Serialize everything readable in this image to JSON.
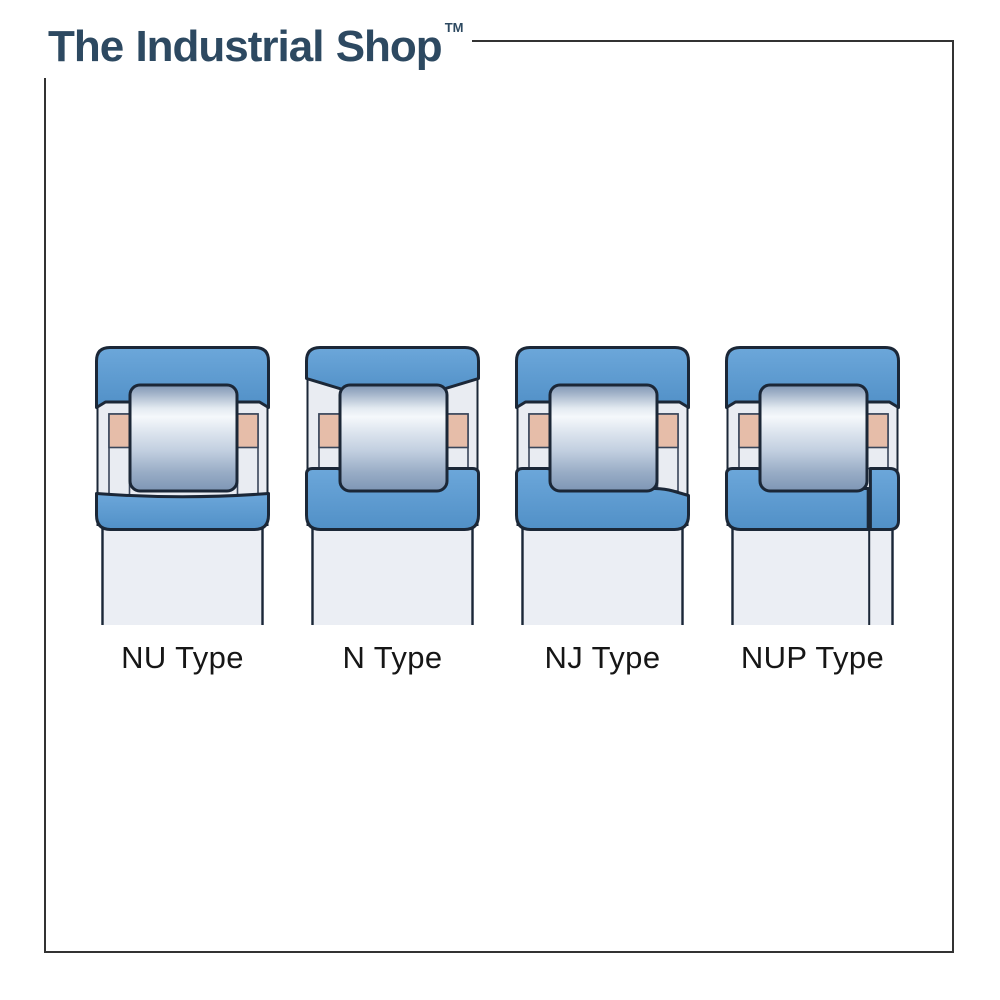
{
  "brand": {
    "name": "The Industrial Shop",
    "trademark_symbol": "TM"
  },
  "figures": [
    {
      "label": "NU Type"
    },
    {
      "label": "N Type"
    },
    {
      "label": "NJ Type"
    },
    {
      "label": "NUP Type"
    }
  ],
  "colors": {
    "brand_navy": "#2d4961",
    "label_text": "#161616",
    "frame_border": "#333333",
    "ring_blue_top": "#6ca7da",
    "ring_blue_bottom": "#5190c7",
    "outline_dark": "#1b2737",
    "cage_tan": "#e6bda9",
    "cavity_gray": "#e9ecf2",
    "shaft_gray": "#ebeef4",
    "roller_dark": "#8097b5",
    "roller_shade": "#9dafc6",
    "roller_pale": "#e3eaf1",
    "roller_light": "#f5f8fb",
    "roller_soft": "#dce4ee",
    "roller_mid": "#c2cfe0",
    "roller_dusk": "#99adc6",
    "roller_deep": "#7e96b5"
  }
}
